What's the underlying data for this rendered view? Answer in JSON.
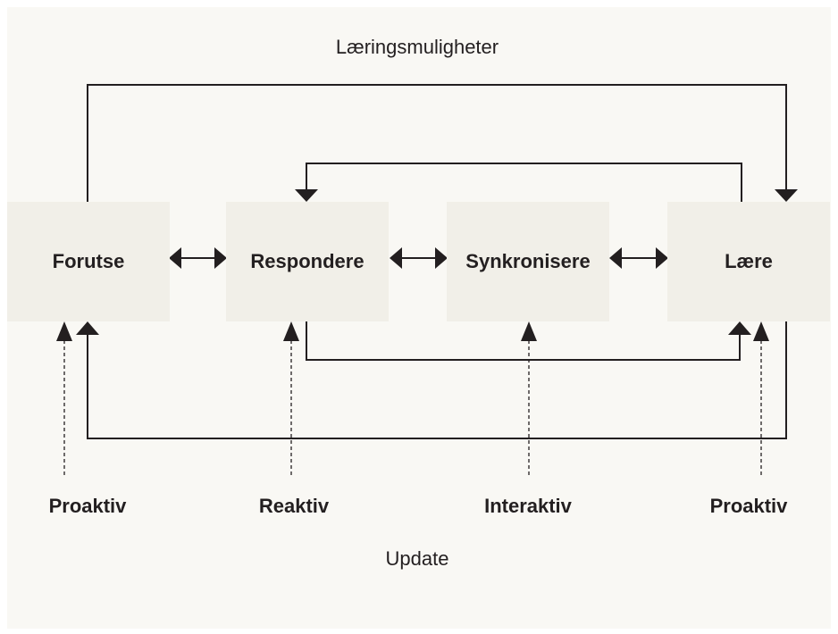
{
  "diagram": {
    "top_label": "Læringsmuligheter",
    "bottom_label": "Update",
    "boxes": [
      {
        "label": "Forutse"
      },
      {
        "label": "Respondere"
      },
      {
        "label": "Synkronisere"
      },
      {
        "label": "Lære"
      }
    ],
    "modes": [
      {
        "label": "Proaktiv"
      },
      {
        "label": "Reaktiv"
      },
      {
        "label": "Interaktiv"
      },
      {
        "label": "Proaktiv"
      }
    ],
    "colors": {
      "background": "#f9f8f4",
      "box_fill": "#f1efe8",
      "stroke": "#231f20"
    }
  }
}
